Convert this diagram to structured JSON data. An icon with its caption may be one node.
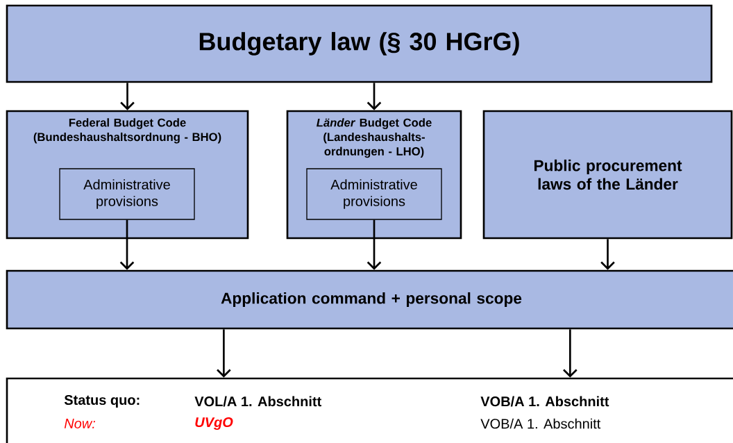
{
  "diagram": {
    "nodes": [
      {
        "text": [
          "Budgetary law (§ 30 HGrG)"
        ]
      },
      {
        "text": [
          "Federal Budget Code (Bundeshaushaltsordnung - BHO)"
        ]
      },
      {
        "text": [
          "Administrative provisions"
        ],
        "in": 1
      },
      {
        "text": [
          "*Länder* Budget Code (Landeshaushalts-ordnungen - LHO)"
        ]
      },
      {
        "text": [
          "Administrative provisions"
        ],
        "in": 3
      },
      {
        "text": [
          "Public procurement laws of the Länder"
        ]
      },
      {
        "text": [
          "Application command + personal scope"
        ]
      },
      {
        "text": [
          "Status quo:",
          "VOL/A 1. Abschnitt",
          "VOB/A 1. Abschnitt",
          "Now:",
          "UVgO",
          "VOB/A 1. Abschnitt"
        ]
      }
    ],
    "edges": [
      {
        "from": 0,
        "to": 1,
        "arrow": "to"
      },
      {
        "from": 0,
        "to": 3,
        "arrow": "to"
      },
      {
        "from": 2,
        "to": 6,
        "arrow": "to"
      },
      {
        "from": 4,
        "to": 6,
        "arrow": "to"
      },
      {
        "from": 5,
        "to": 6,
        "arrow": "to"
      },
      {
        "from": 6,
        "to": 7,
        "arrow": "to"
      },
      {
        "from": 6,
        "to": 7,
        "arrow": "to"
      }
    ]
  }
}
